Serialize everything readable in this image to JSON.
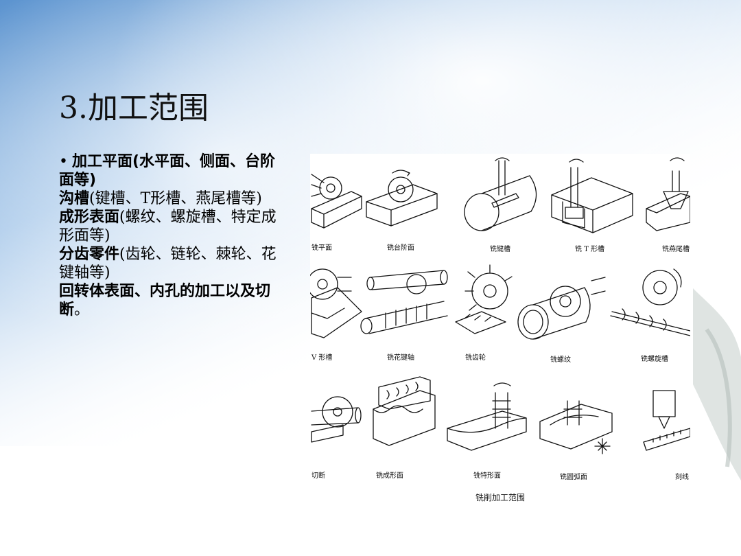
{
  "slide": {
    "title": "3.加工范围",
    "bullet_symbol": "•",
    "paragraphs": [
      {
        "bold": "加工平面(水平面、侧面、台阶面等)",
        "normal": ""
      },
      {
        "bold": "沟槽",
        "normal": "(键槽、T形槽、燕尾槽等)"
      },
      {
        "bold": "成形表面",
        "normal": "(螺纹、螺旋槽、特定成形面等)"
      },
      {
        "bold": "分齿零件",
        "normal": "(齿轮、链轮、棘轮、花键轴等)"
      },
      {
        "bold": "回转体表面、内孔的加工以及切断",
        "normal": "。"
      }
    ]
  },
  "figure": {
    "caption": "铣削加工范围",
    "row1": [
      "铣平面",
      "铣台阶面",
      "铣键槽",
      "铣 T 形槽",
      "铣燕尾槽"
    ],
    "row2": [
      "V 形槽",
      "铣花键轴",
      "铣齿轮",
      "铣螺纹",
      "铣螺旋槽"
    ],
    "row3": [
      "切断",
      "铣成形面",
      "铣特形面",
      "铣圆弧面",
      "刻线"
    ]
  },
  "colors": {
    "sky_blue": "#6aa0d6",
    "background": "#ffffff",
    "line_art": "#111111"
  }
}
